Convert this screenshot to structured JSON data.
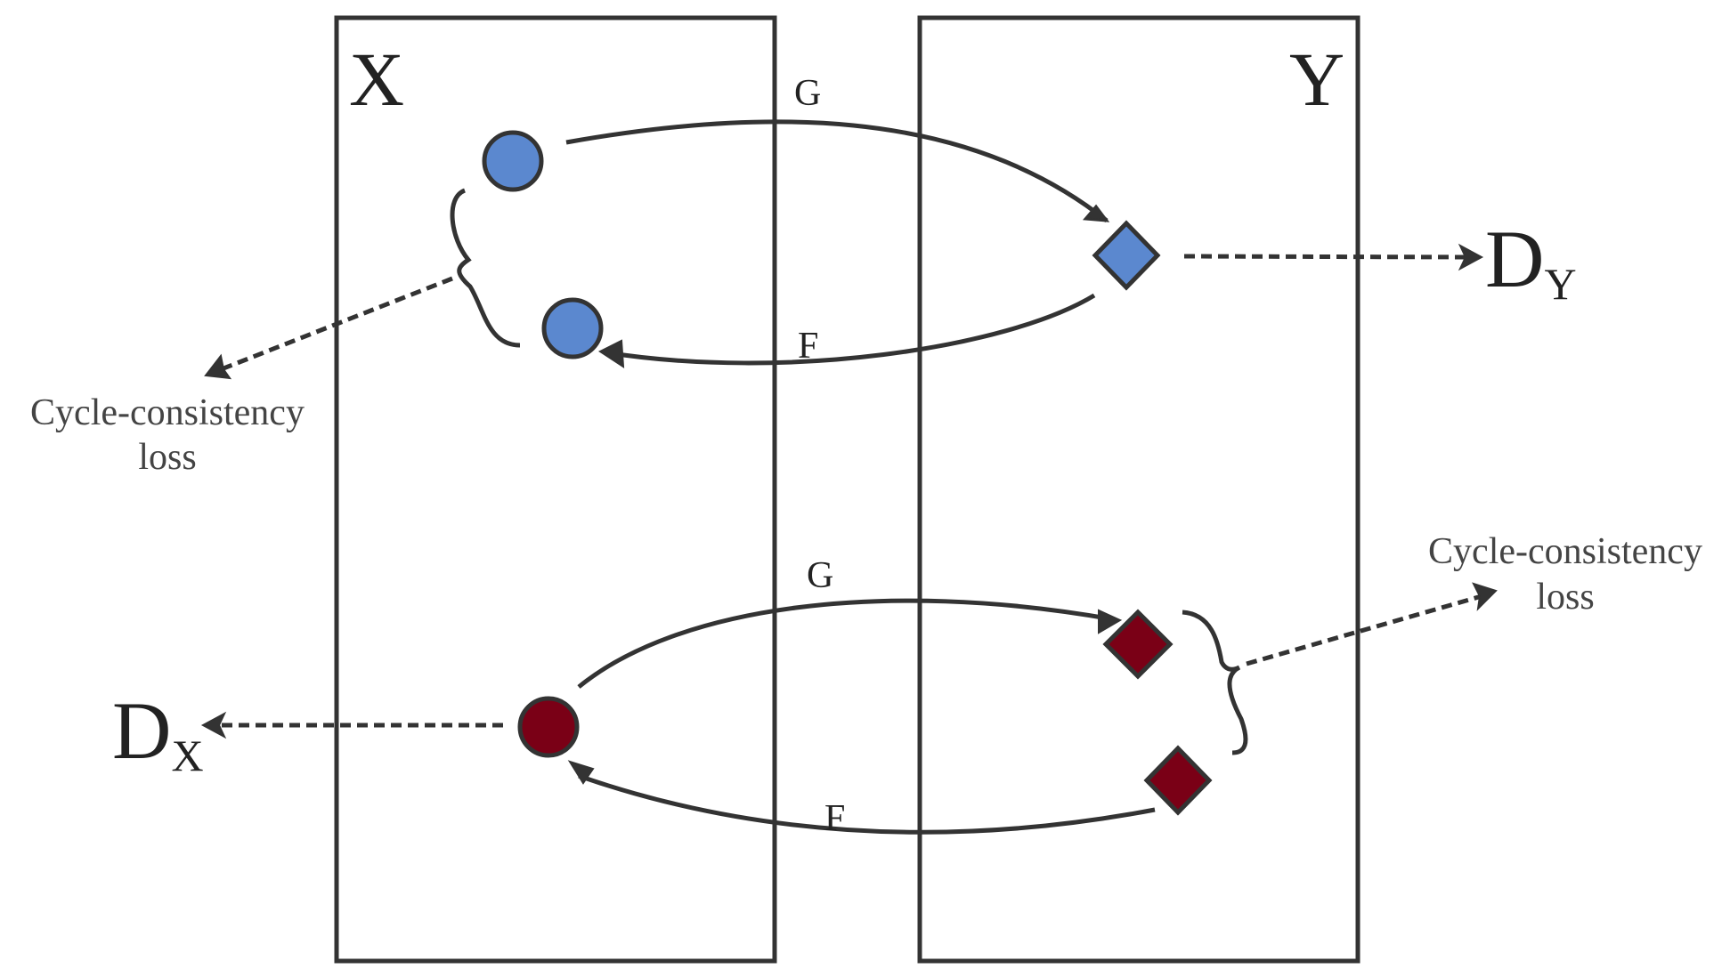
{
  "domains": {
    "x_label": "X",
    "y_label": "Y"
  },
  "mappings": {
    "g_top": "G",
    "f_top": "F",
    "g_bottom": "G",
    "f_bottom": "F"
  },
  "discriminators": {
    "dy_main": "D",
    "dy_sub": "Y",
    "dx_main": "D",
    "dx_sub": "X"
  },
  "losses": {
    "left_line1": "Cycle-consistency",
    "left_line2": "loss",
    "right_line1": "Cycle-consistency",
    "right_line2": "loss"
  },
  "colors": {
    "stroke": "#333333",
    "blue": "#5b88cf",
    "red": "#7a0016",
    "text": "#222222",
    "loss_text": "#444444"
  },
  "shapes": {
    "x_domain": "circle",
    "y_domain": "diamond"
  }
}
